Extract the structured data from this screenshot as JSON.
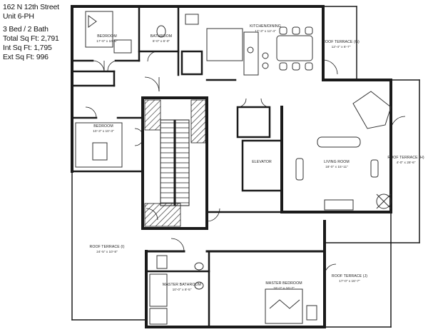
{
  "listing": {
    "address": "162 N 12th Street",
    "unit": "Unit 6-PH",
    "beds_baths": "3 Bed / 2 Bath",
    "total_sqft": "Total Sq Ft: 2,791",
    "int_sqft": "Int Sq Ft: 1,795",
    "ext_sqft": "Ext Sq Ft: 996"
  },
  "rooms": {
    "bedroom_1": {
      "name": "BEDROOM",
      "dims": "17'-0\" x 10'-6\""
    },
    "bathroom": {
      "name": "BATHROOM",
      "dims": "8'-0\" x 6'-0\""
    },
    "kitchen_dining": {
      "name": "KITCHEN/DINING",
      "dims": "17'-3\" x 12'-4\""
    },
    "roof_terrace_g": {
      "name": "ROOF TERRACE (G)",
      "dims": "12'-4\" x 6'-7\""
    },
    "bedroom_2": {
      "name": "BEDROOM",
      "dims": "10'-3\" x 10'-3\""
    },
    "elevator": {
      "name": "ELEVATOR"
    },
    "living_room": {
      "name": "LIVING ROOM",
      "dims": "18'-0\" x 15'-11\""
    },
    "roof_terrace_h": {
      "name": "ROOF TERRACE (H)",
      "dims": "4'-0\" x 28'-6\""
    },
    "roof_terrace_i": {
      "name": "ROOF TERRACE (I)",
      "dims": "24'-5\" x 10'-8\""
    },
    "master_bathroom": {
      "name": "MASTER BATHROOM",
      "dims": "10'-0\" x 8'-5\""
    },
    "master_bedroom": {
      "name": "MASTER BEDROOM",
      "dims": "16'-2\" x 16'-7\""
    },
    "roof_terrace_j": {
      "name": "ROOF TERRACE (J)",
      "dims": "17'-0\" x 16'-7\""
    }
  },
  "colors": {
    "wall": "#1a1a1a",
    "hatch": "#2a2a2a",
    "fixture": "#333333",
    "background": "#ffffff"
  }
}
